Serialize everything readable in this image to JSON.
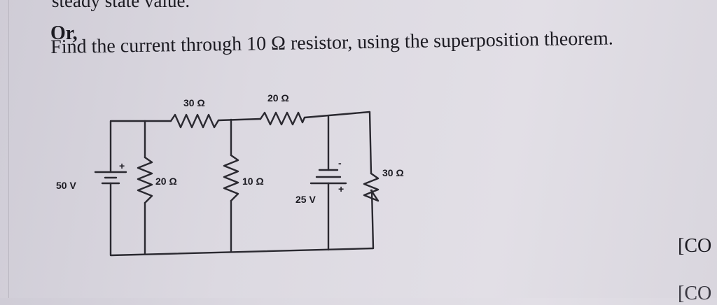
{
  "text": {
    "prev_line": "steady state value.",
    "or_label": "Or,",
    "question": "Find the current through 10 Ω resistor, using the superposition theorem.",
    "marks_1": "[CO",
    "marks_2": "[CO"
  },
  "circuit": {
    "source_left": {
      "label": "50 V",
      "plus": "+"
    },
    "source_right": {
      "label": "25 V",
      "minus": "-",
      "plus": "+"
    },
    "resistors": {
      "top_left": "30 Ω",
      "top_right": "20 Ω",
      "shunt_1": "20 Ω",
      "shunt_2": "10 Ω",
      "shunt_3": "30 Ω"
    }
  }
}
